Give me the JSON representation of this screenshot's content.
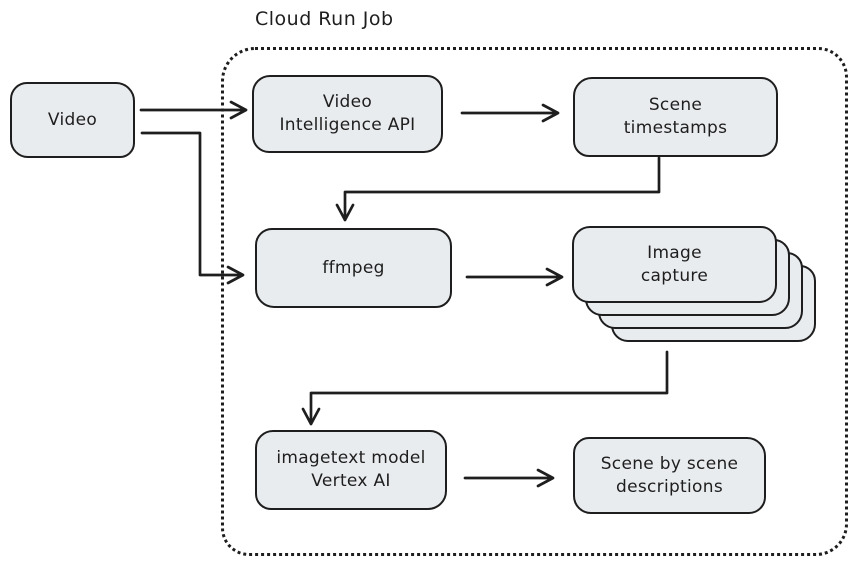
{
  "diagram": {
    "title": "Cloud Run Job",
    "colors": {
      "background": "#ffffff",
      "node_fill": "#e9ecef",
      "stroke": "#1e1e1e"
    },
    "nodes": {
      "video": {
        "lines": [
          "Video"
        ]
      },
      "video_intelligence": {
        "lines": [
          "Video",
          "Intelligence API"
        ]
      },
      "scene_timestamps": {
        "lines": [
          "Scene",
          "timestamps"
        ]
      },
      "ffmpeg": {
        "lines": [
          "ffmpeg"
        ]
      },
      "image_capture": {
        "lines": [
          "Image",
          "capture"
        ],
        "stack_count": 4
      },
      "imagetext_model": {
        "lines": [
          "imagetext model",
          "Vertex AI"
        ]
      },
      "scene_descriptions": {
        "lines": [
          "Scene by scene",
          "descriptions"
        ]
      }
    },
    "edges": [
      {
        "from": "video",
        "to": "video_intelligence"
      },
      {
        "from": "video",
        "to": "ffmpeg"
      },
      {
        "from": "video_intelligence",
        "to": "scene_timestamps"
      },
      {
        "from": "scene_timestamps",
        "to": "ffmpeg"
      },
      {
        "from": "ffmpeg",
        "to": "image_capture"
      },
      {
        "from": "image_capture",
        "to": "imagetext_model"
      },
      {
        "from": "imagetext_model",
        "to": "scene_descriptions"
      }
    ]
  }
}
